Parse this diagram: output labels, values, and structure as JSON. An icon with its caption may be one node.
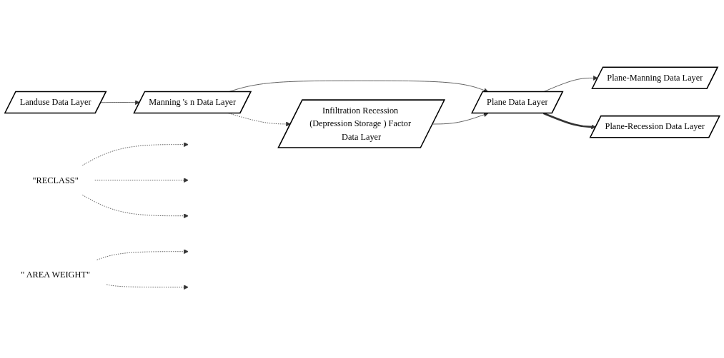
{
  "diagram": {
    "nodes": [
      {
        "text": [
          "Landuse Data Layer"
        ]
      },
      {
        "text": [
          "Manning 's n Data Layer"
        ]
      },
      {
        "text": [
          "Infiltration Recession (Depression Storage ) Factor Data Layer"
        ]
      },
      {
        "text": [
          "Plane Data Layer"
        ]
      },
      {
        "text": [
          "Plane-Manning Data Layer"
        ]
      },
      {
        "text": [
          "Plane-Recession Data Layer"
        ]
      },
      {
        "text": [
          "\"RECLASS\""
        ]
      },
      {
        "text": [
          "\" AREA WEIGHT\""
        ]
      }
    ],
    "edges": [
      {
        "from": 0,
        "to": 1,
        "arrow": "to"
      },
      {
        "from": 1,
        "to": 2,
        "arrow": "to",
        "style": "dashed"
      },
      {
        "from": 1,
        "to": 3,
        "arrow": "to"
      },
      {
        "from": 2,
        "to": 3,
        "arrow": "to"
      },
      {
        "from": 3,
        "to": 4,
        "arrow": "to"
      },
      {
        "from": 3,
        "to": 5,
        "arrow": "to",
        "style": "thick"
      },
      {
        "from": 6,
        "to": null,
        "arrow": "to",
        "style": "dashed"
      },
      {
        "from": 6,
        "to": null,
        "arrow": "to",
        "style": "dashed"
      },
      {
        "from": 6,
        "to": null,
        "arrow": "to",
        "style": "dashed"
      },
      {
        "from": 7,
        "to": null,
        "arrow": "to",
        "style": "dashed"
      },
      {
        "from": 7,
        "to": null,
        "arrow": "to",
        "style": "dashed"
      }
    ]
  }
}
